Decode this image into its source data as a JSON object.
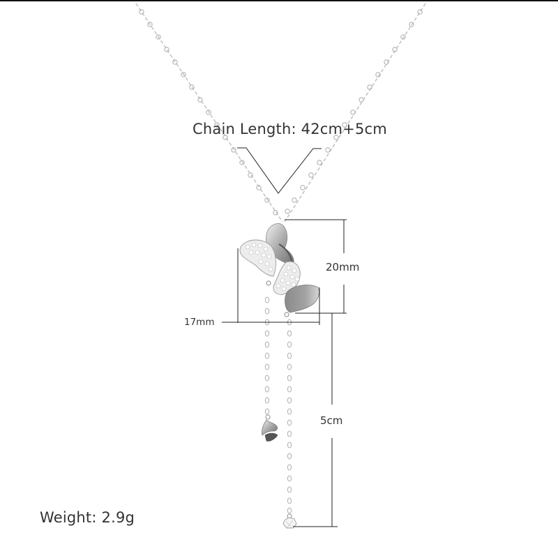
{
  "product": {
    "type": "butterfly pendant lariat necklace",
    "material_color": "#c9c9c9"
  },
  "annotations": {
    "chain_length": "Chain Length: 42cm+5cm",
    "pendant_height": "20mm",
    "pendant_width": "17mm",
    "drop_length": "5cm",
    "weight": "Weight: 2.9g"
  },
  "colors": {
    "background": "#ffffff",
    "text": "#333333",
    "dimension_line": "#222222",
    "top_border": "#111111",
    "chain": "#b5b5b5",
    "metal_light": "#e6e6e6",
    "metal_mid": "#a9a9a9",
    "metal_dark": "#6e6e6e"
  }
}
